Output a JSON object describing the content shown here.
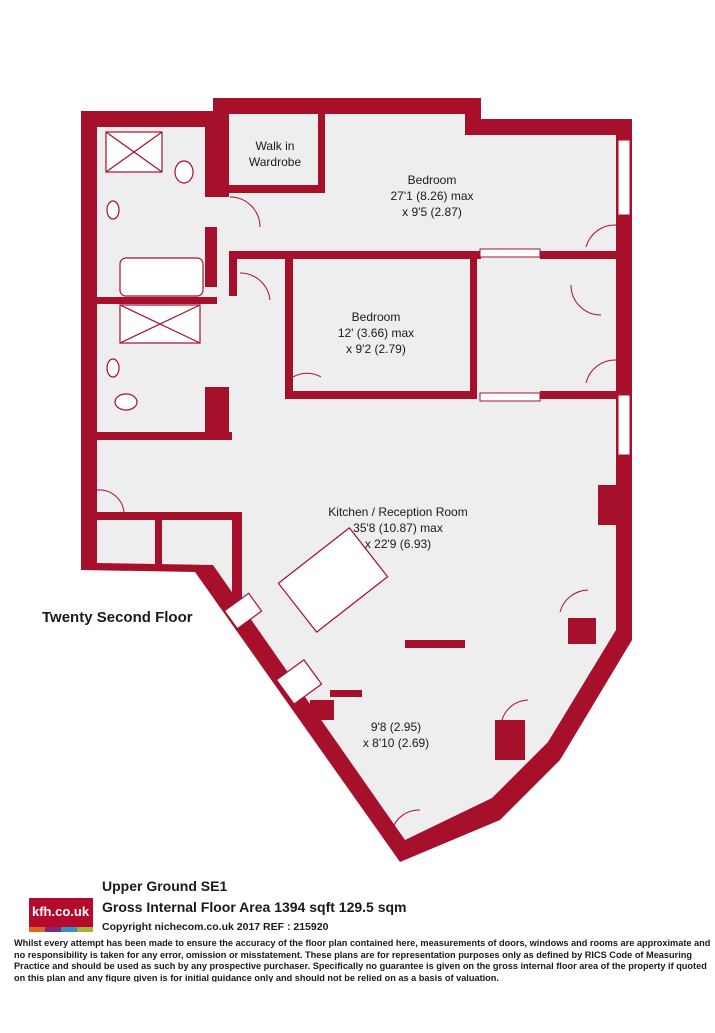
{
  "plan": {
    "wall_color": "#a6102b",
    "floor_color": "#eeeeee",
    "floor_name": "Twenty Second Floor",
    "rooms": [
      {
        "id": "wardrobe",
        "lines": [
          "Walk in",
          "Wardrobe"
        ]
      },
      {
        "id": "bedroom1",
        "lines": [
          "Bedroom",
          "27'1 (8.26) max",
          "x 9'5 (2.87)"
        ]
      },
      {
        "id": "bedroom2",
        "lines": [
          "Bedroom",
          "12' (3.66) max",
          "x 9'2 (2.79)"
        ]
      },
      {
        "id": "kitchen",
        "lines": [
          "Kitchen / Reception Room",
          "35'8 (10.87) max",
          "x 22'9 (6.93)"
        ]
      },
      {
        "id": "room4",
        "lines": [
          "9'8 (2.95)",
          "x 8'10 (2.69)"
        ]
      }
    ]
  },
  "footer": {
    "logo_text": "kfh.co.uk",
    "logo_colors": [
      "#e0641c",
      "#7a2a83",
      "#3a8fd0",
      "#a0b72c"
    ],
    "address": "Upper Ground  SE1",
    "area": "Gross Internal Floor Area 1394 sqft 129.5 sqm",
    "copyright": "Copyright nichecom.co.uk 2017 REF : 215920",
    "disclaimer": "Whilst every attempt has been made to ensure the accuracy of the floor plan contained here, measurements of doors, windows and rooms are approximate and no responsibility is taken for any error, omission or misstatement.  These plans are for representation purposes only as defined by RICS Code of Measuring Practice and should be used as such by any prospective purchaser.  Specifically no guarantee is given on the gross internal floor area of the property if quoted on this plan and any figure given is for initial guidance only and should not be relied on as a basis of valuation."
  }
}
